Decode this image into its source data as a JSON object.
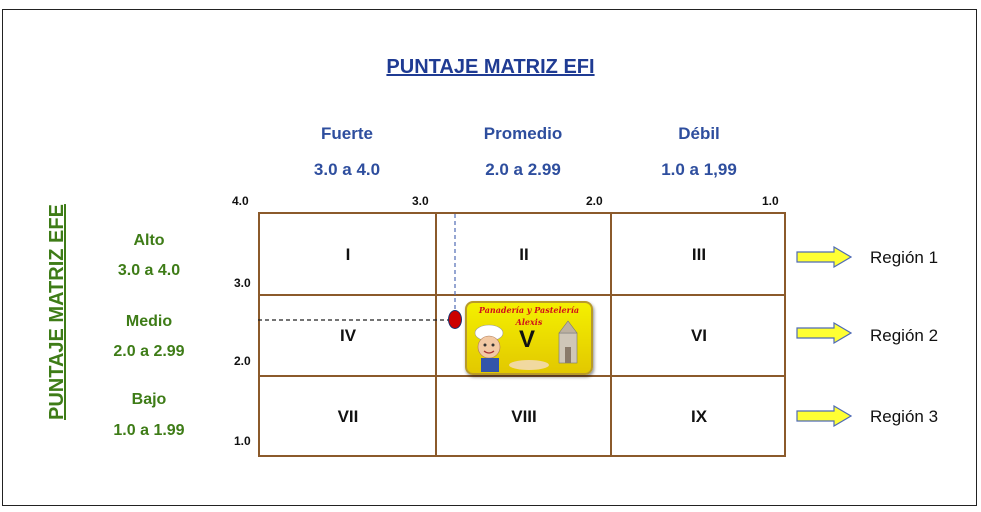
{
  "title": "PUNTAJE MATRIZ EFI",
  "vertical_title": "PUNTAJE MATRIZ EFE",
  "columns": [
    {
      "label": "Fuerte",
      "range": "3.0  a  4.0"
    },
    {
      "label": "Promedio",
      "range": "2.0  a  2.99"
    },
    {
      "label": "Débil",
      "range": "1.0  a  1,99"
    }
  ],
  "x_ticks": [
    "4.0",
    "3.0",
    "2.0",
    "1.0"
  ],
  "rows": [
    {
      "label": "Alto",
      "range": "3.0  a  4.0"
    },
    {
      "label": "Medio",
      "range": "2.0  a  2.99"
    },
    {
      "label": "Bajo",
      "range": "1.0  a  1.99"
    }
  ],
  "y_ticks": [
    "3.0",
    "2.0",
    "1.0"
  ],
  "cells": [
    "I",
    "II",
    "III",
    "IV",
    "V",
    "VI",
    "VII",
    "VIII",
    "IX"
  ],
  "regions": [
    "Región 1",
    "Región 2",
    "Región 3"
  ],
  "logo_text": [
    "Panadería y Pastelería",
    "Alexis"
  ],
  "colors": {
    "grid": "#8B5A2B",
    "title": "#1F3B93",
    "row_labels": "#3E7C17",
    "arrow_fill": "#FFFF33",
    "arrow_stroke": "#4F6BB5",
    "marker": "#CC0000"
  }
}
